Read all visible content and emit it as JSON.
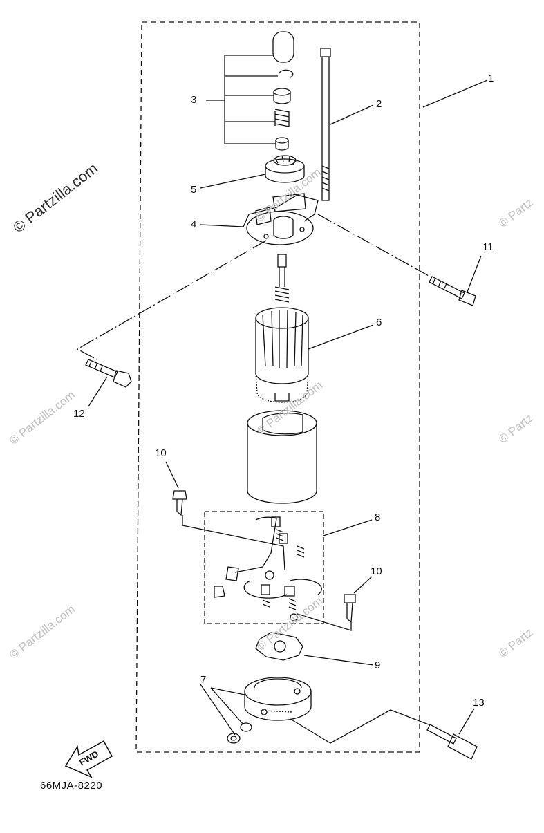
{
  "diagram": {
    "callouts": [
      {
        "id": "1",
        "text": "1"
      },
      {
        "id": "2",
        "text": "2"
      },
      {
        "id": "3",
        "text": "3"
      },
      {
        "id": "4",
        "text": "4"
      },
      {
        "id": "5",
        "text": "5"
      },
      {
        "id": "6",
        "text": "6"
      },
      {
        "id": "7",
        "text": "7"
      },
      {
        "id": "8",
        "text": "8"
      },
      {
        "id": "9",
        "text": "9"
      },
      {
        "id": "10a",
        "text": "10"
      },
      {
        "id": "10b",
        "text": "10"
      },
      {
        "id": "11",
        "text": "11"
      },
      {
        "id": "12",
        "text": "12"
      },
      {
        "id": "13",
        "text": "13"
      }
    ],
    "fwd_label": "FWD",
    "diagram_code": "66MJA-8220"
  },
  "watermark": {
    "text": "© Partzilla.com",
    "text_short": "© Partz"
  },
  "colors": {
    "ink": "#111111",
    "watermark": "#bdbdbd",
    "background": "#ffffff"
  }
}
